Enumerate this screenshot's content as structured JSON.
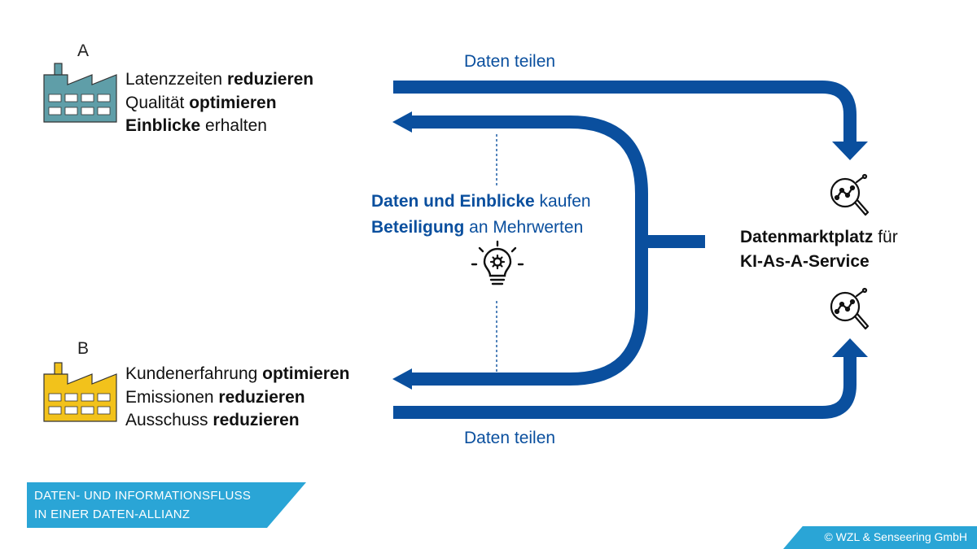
{
  "factory_a": {
    "letter": "A",
    "line1_plain": "Latenzzeiten ",
    "line1_bold": "reduzieren",
    "line2_plain": "Qualität ",
    "line2_bold": "optimieren",
    "line3_bold": "Einblicke",
    "line3_plain": " erhalten",
    "color": "#5f9ea8"
  },
  "factory_b": {
    "letter": "B",
    "line1_plain": "Kundenerfahrung ",
    "line1_bold": "optimieren",
    "line2_plain": "Emissionen ",
    "line2_bold": "reduzieren",
    "line3_plain": "Ausschuss ",
    "line3_bold": "reduzieren",
    "color": "#f2c21b"
  },
  "flows": {
    "top_label": "Daten teilen",
    "bottom_label": "Daten teilen"
  },
  "center": {
    "line1_bold": "Daten und Einblicke",
    "line1_plain": " kaufen",
    "line2_bold": "Beteiligung",
    "line2_plain": " an Mehrwerten",
    "icon": "lightbulb-gear-icon"
  },
  "marketplace": {
    "line1_bold": "Datenmarktplatz",
    "line1_plain": " für",
    "line2_bold": "KI-As-A-Service",
    "icon": "magnifier-analytics-icon"
  },
  "footer": {
    "line1": "DATEN- UND INFORMATIONSFLUSS",
    "line2": "IN EINER DATEN-ALLIANZ"
  },
  "copyright": "© WZL & Senseering GmbH",
  "colors": {
    "flow_blue": "#0a4f9e",
    "accent_cyan": "#2aa5d6"
  }
}
